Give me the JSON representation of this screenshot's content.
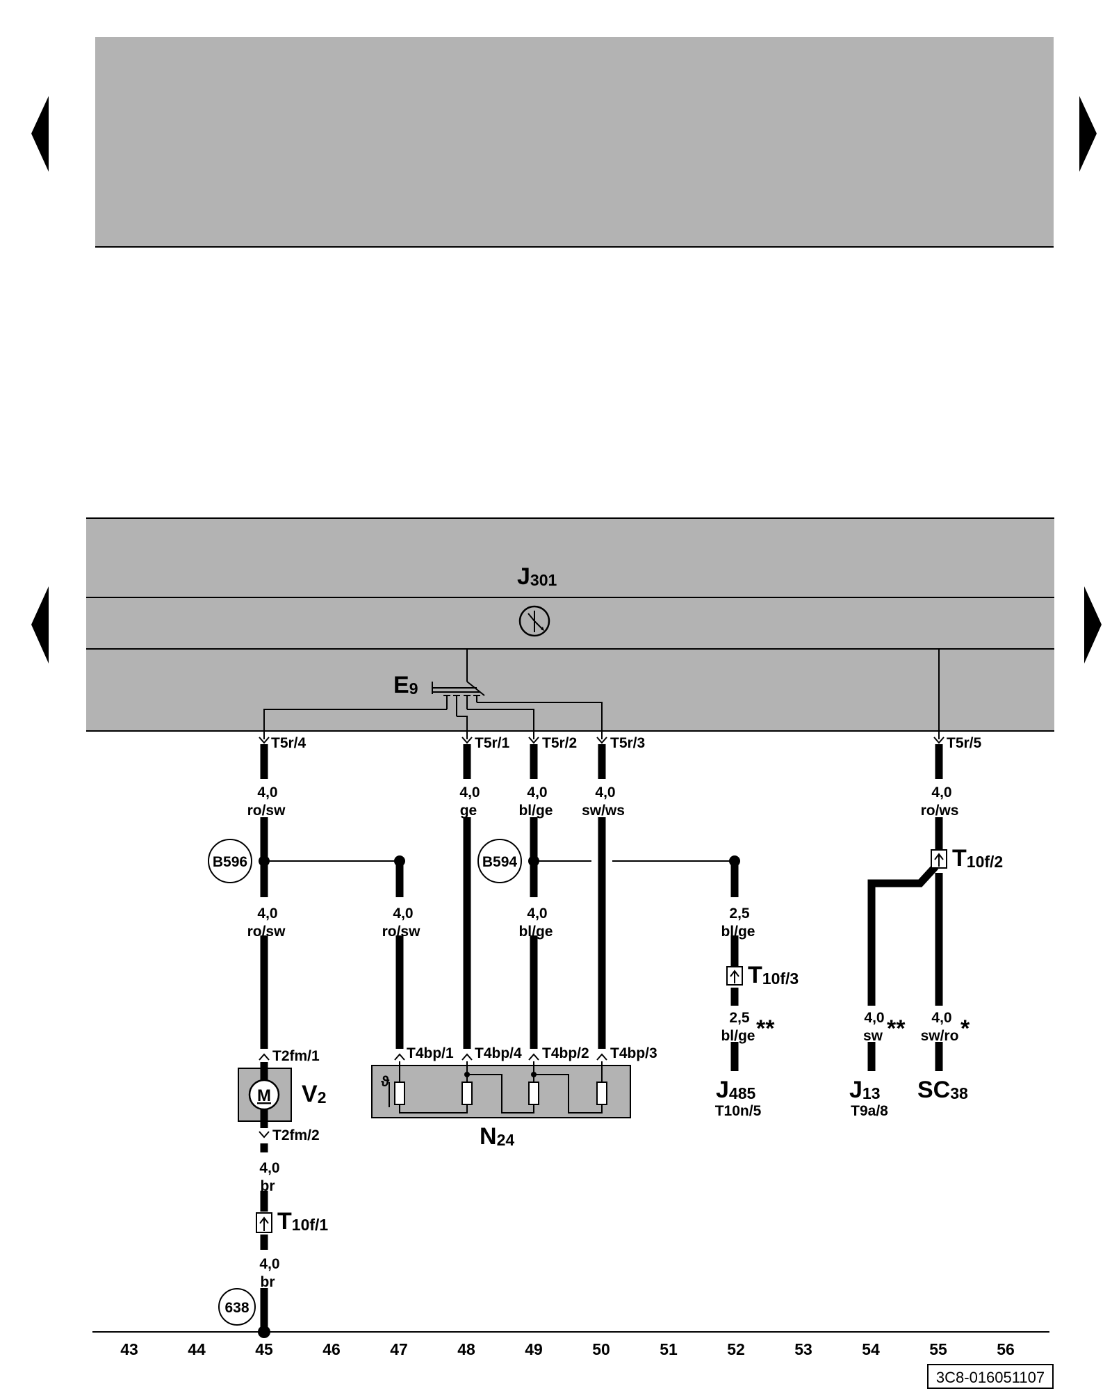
{
  "nav": {
    "prev_label": "",
    "next_label": ""
  },
  "components": {
    "J301": {
      "letter": "J",
      "sub": "301"
    },
    "E9": {
      "letter": "E",
      "sub": "9"
    },
    "V2": {
      "letter": "V",
      "sub": "2"
    },
    "N24": {
      "letter": "N",
      "sub": "24"
    },
    "J485": {
      "letter": "J",
      "sub": "485",
      "pin": "T10n/5"
    },
    "J13": {
      "letter": "J",
      "sub": "13",
      "pin": "T9a/8"
    },
    "SC38": {
      "letter": "SC",
      "sub": "38"
    },
    "T10f_1": {
      "letter": "T",
      "sub": "10f/1"
    },
    "T10f_2": {
      "letter": "T",
      "sub": "10f/2"
    },
    "T10f_3": {
      "letter": "T",
      "sub": "10f/3"
    }
  },
  "motor_glyph": "M",
  "thermo_glyph": "ϑ",
  "connectors": {
    "t5r4": "T5r/4",
    "t5r1": "T5r/1",
    "t5r2": "T5r/2",
    "t5r3": "T5r/3",
    "t5r5": "T5r/5",
    "t2fm1": "T2fm/1",
    "t2fm2": "T2fm/2",
    "t4bp1": "T4bp/1",
    "t4bp4": "T4bp/4",
    "t4bp2": "T4bp/2",
    "t4bp3": "T4bp/3"
  },
  "wires": {
    "w45a": {
      "size": "4,0",
      "color": "ro/sw"
    },
    "w45b": {
      "size": "4,0",
      "color": "ro/sw"
    },
    "w45c": {
      "size": "4,0",
      "color": "br"
    },
    "w45d": {
      "size": "4,0",
      "color": "br"
    },
    "w47": {
      "size": "4,0",
      "color": "ro/sw"
    },
    "w48": {
      "size": "4,0",
      "color": "ge"
    },
    "w49a": {
      "size": "4,0",
      "color": "bl/ge"
    },
    "w49b": {
      "size": "4,0",
      "color": "bl/ge"
    },
    "w50": {
      "size": "4,0",
      "color": "sw/ws"
    },
    "w52a": {
      "size": "2,5",
      "color": "bl/ge"
    },
    "w52b": {
      "size": "2,5",
      "color": "bl/ge",
      "note": "**"
    },
    "w54": {
      "size": "4,0",
      "color": "sw",
      "note": "**"
    },
    "w55a": {
      "size": "4,0",
      "color": "ro/ws"
    },
    "w55b": {
      "size": "4,0",
      "color": "sw/ro",
      "note": "*"
    }
  },
  "grounds": {
    "b596": "B596",
    "b594": "B594",
    "g638": "638"
  },
  "scale": [
    "43",
    "44",
    "45",
    "46",
    "47",
    "48",
    "49",
    "50",
    "51",
    "52",
    "53",
    "54",
    "55",
    "56"
  ],
  "doc_ref": "3C8-016051107",
  "colors": {
    "panel": "#b3b3b3",
    "line": "#000000"
  }
}
